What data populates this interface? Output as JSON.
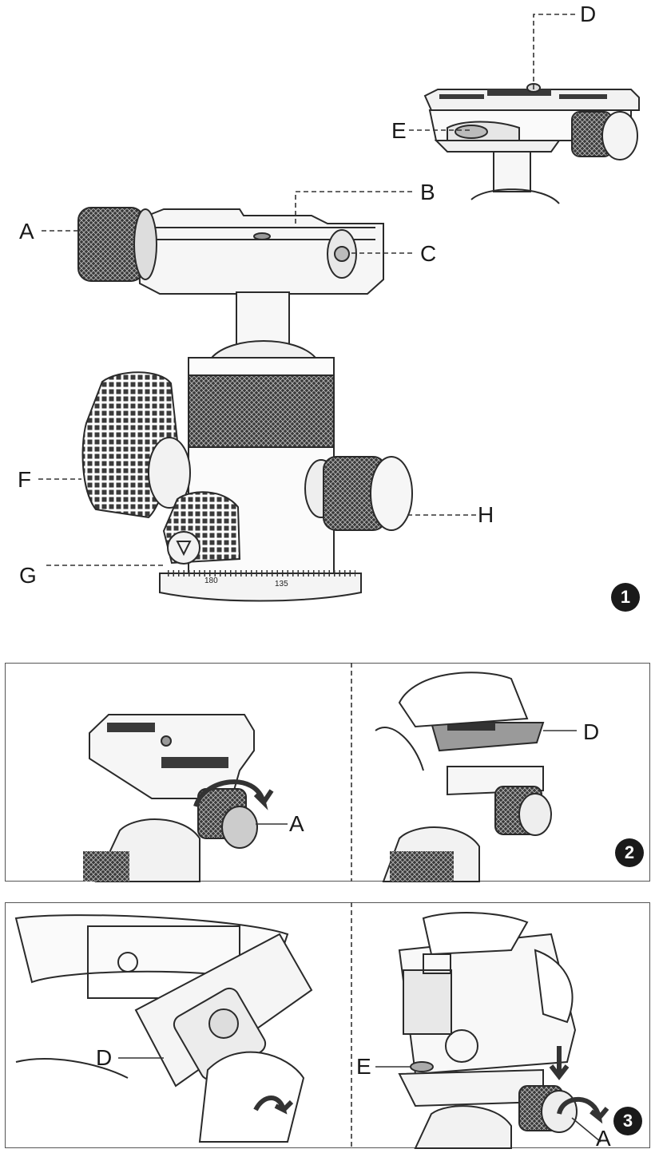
{
  "figure1": {
    "labels": {
      "a": "A",
      "b": "B",
      "c": "C",
      "d": "D",
      "e": "E",
      "f": "F",
      "g": "G",
      "h": "H"
    },
    "step_badge": "1",
    "scale_marks": [
      "180",
      "135"
    ]
  },
  "figure2": {
    "labels": {
      "a": "A",
      "d": "D"
    },
    "step_badge": "2"
  },
  "figure3": {
    "labels": {
      "d": "D",
      "e": "E",
      "a": "A"
    },
    "step_badge": "3"
  },
  "icons": [
    "ball-head",
    "quick-release-plate",
    "knob",
    "camera",
    "rotate-arrow",
    "press-arrow"
  ]
}
